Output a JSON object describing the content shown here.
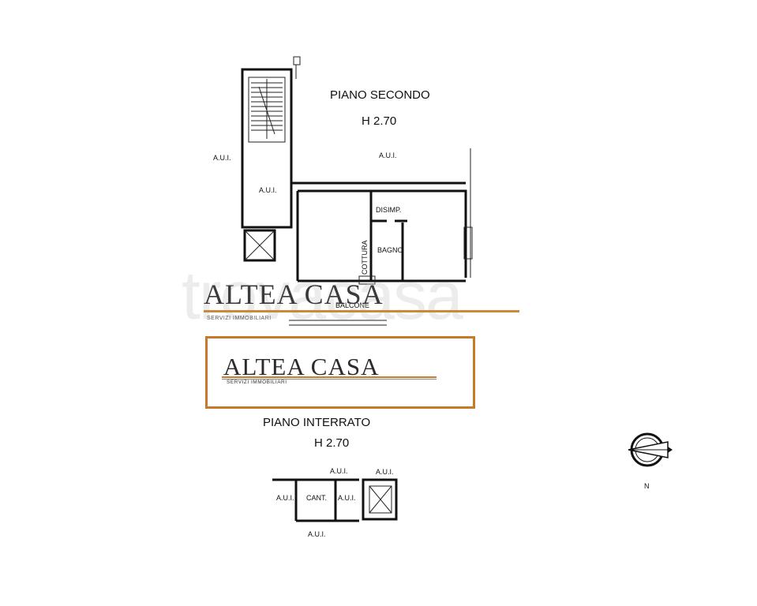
{
  "plan": {
    "upper_title": "PIANO SECONDO",
    "upper_height": "H 2.70",
    "lower_title": "PIANO INTERRATO",
    "lower_height": "H 2.70",
    "labels": {
      "aui": "A.U.I.",
      "disimp": "DISIMP.",
      "bagno": "BAGNO",
      "cottura": "COTTURA",
      "balcone": "BALCONE",
      "cant": "CANT."
    },
    "north": "N"
  },
  "logo": {
    "brand": "ALTEA CASA",
    "tagline": "SERVIZI IMMOBILIARI"
  },
  "watermark": {
    "brand": "ALTEA CASA",
    "tagline": "SERVIZI IMMOBILIARI",
    "ghost": "trovacasa"
  },
  "colors": {
    "logo_border": "#c77a2a",
    "walls": "#111111"
  }
}
